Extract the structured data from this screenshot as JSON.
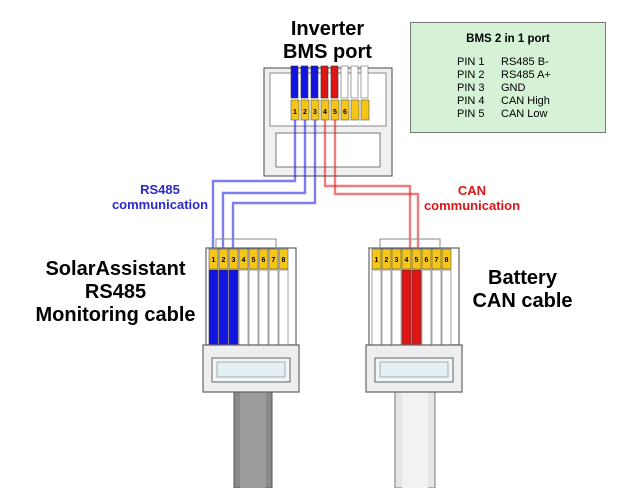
{
  "labels": {
    "inverter_title_line1": "Inverter",
    "inverter_title_line2": "BMS port",
    "rs485_comm_line1": "RS485",
    "rs485_comm_line2": "communication",
    "can_comm_line1": "CAN",
    "can_comm_line2": "communication",
    "left_cable_line1": "SolarAssistant",
    "left_cable_line2": "RS485",
    "left_cable_line3": "Monitoring cable",
    "right_cable_line1": "Battery",
    "right_cable_line2": "CAN cable"
  },
  "pin_numbers": [
    "1",
    "2",
    "3",
    "4",
    "5",
    "6",
    "7",
    "8"
  ],
  "port_pin_numbers": [
    "1",
    "2",
    "3",
    "4",
    "5",
    "6"
  ],
  "info_box": {
    "title": "BMS 2 in 1 port",
    "rows": [
      {
        "pin": "PIN 1",
        "signal": "RS485 B-"
      },
      {
        "pin": "PIN 2",
        "signal": "RS485 A+"
      },
      {
        "pin": "PIN 3",
        "signal": "GND"
      },
      {
        "pin": "PIN 4",
        "signal": "CAN High"
      },
      {
        "pin": "PIN 5",
        "signal": "CAN Low"
      }
    ]
  },
  "colors": {
    "rs485": "#1414e0",
    "can": "#e01414",
    "rs485_label": "#2a2acc",
    "can_label": "#e01414",
    "pin_label_bg": "#f5c518",
    "info_bg": "#d5f2d6",
    "left_cable": "#8a8a8a",
    "right_cable": "#e6e6e6"
  }
}
